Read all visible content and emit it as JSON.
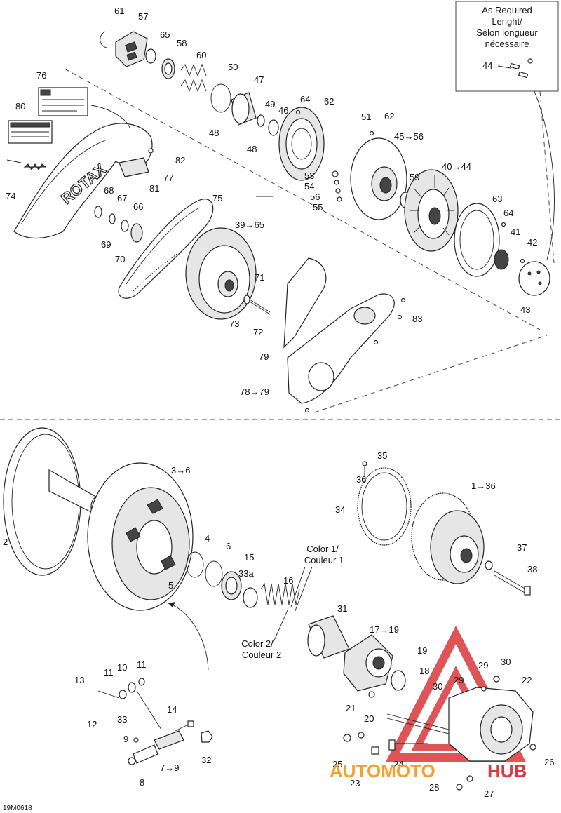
{
  "diagram": {
    "note_box": {
      "lines": [
        "As Required",
        "Lenght/",
        "Selon longueur",
        "nécessaire"
      ],
      "part": "44"
    },
    "color_labels": {
      "color1_line1": "Color 1/",
      "color1_line2": "Couleur 1",
      "color2_line1": "Color 2/",
      "color2_line2": "Couleur 2"
    },
    "drawing_code": "19M0618",
    "watermark": {
      "brand_part1": "AUTOMOTO",
      "brand_part2": "HUB",
      "color_red": "#d9383c",
      "color_orange": "#f2a22c"
    },
    "brand_on_cover": "ROTAX",
    "callouts": [
      "61",
      "57",
      "65",
      "58",
      "60",
      "50",
      "47",
      "64",
      "62",
      "49",
      "46",
      "48",
      "48",
      "51",
      "62",
      "45→56",
      "76",
      "80",
      "82",
      "77",
      "81",
      "74",
      "68",
      "67",
      "66",
      "69",
      "70",
      "75",
      "53",
      "54",
      "56",
      "55",
      "59",
      "40→44",
      "63",
      "64",
      "41",
      "42",
      "43",
      "44",
      "39→65",
      "71",
      "73",
      "72",
      "83",
      "79",
      "78→79",
      "35",
      "36",
      "34",
      "1→36",
      "37",
      "38",
      "3→6",
      "2",
      "4",
      "6",
      "15",
      "33a",
      "16",
      "5",
      "31",
      "17→19",
      "19",
      "18",
      "29",
      "30",
      "22",
      "30",
      "29",
      "21",
      "20",
      "25",
      "23",
      "24",
      "26",
      "28",
      "27",
      "13",
      "11",
      "10",
      "11",
      "12",
      "14",
      "33",
      "9",
      "7→9",
      "32",
      "8"
    ]
  }
}
